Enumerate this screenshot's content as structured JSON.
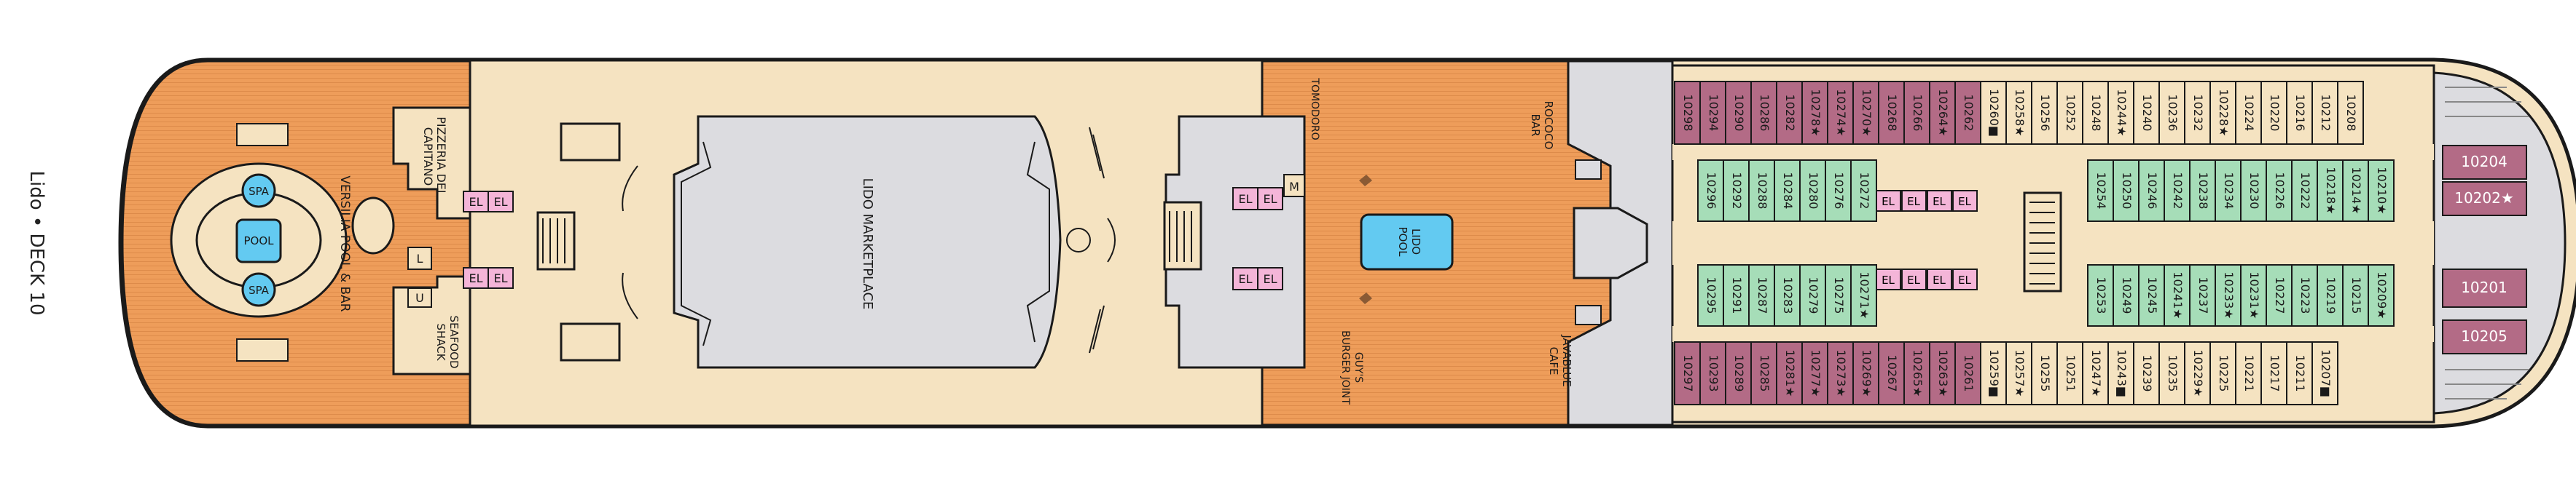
{
  "deck": {
    "label": "Lido • DECK 10"
  },
  "colors": {
    "wood": "#EE9D5A",
    "deck_tan": "#F5E3C1",
    "interior_grey": "#DCDCE0",
    "cabin_green": "#A6DDB8",
    "cabin_purple": "#B36B86",
    "elevator_pink": "#F4B5D8",
    "pool_blue": "#63CAF1",
    "outline": "#1a1a1a"
  },
  "venues": {
    "versilia": "VERSILIA POOL & BAR",
    "pizzeria_1": "PIZZERIA DEL",
    "pizzeria_2": "CAPITANO",
    "seafood_1": "SEAFOOD",
    "seafood_2": "SHACK",
    "lido_marketplace": "LIDO MARKETPLACE",
    "tomodoro": "TOMODORO",
    "guys_1": "GUY'S",
    "guys_2": "BURGER JOINT",
    "lido_pool_1": "LIDO",
    "lido_pool_2": "POOL",
    "rococo_1": "ROCOCO",
    "rococo_2": "BAR",
    "javablue_1": "JAVABLUE",
    "javablue_2": "CAFE",
    "spa_top": "SPA",
    "spa_bottom": "SPA",
    "pool": "POOL",
    "el": "EL",
    "m": "M",
    "l": "L",
    "u": "U"
  },
  "cabins": {
    "row1_purple": [
      "10298",
      "10294",
      "10290",
      "10286",
      "10282",
      "10278★",
      "10274★",
      "10270★",
      "10268",
      "10266",
      "10264★",
      "10262"
    ],
    "row1_green": [
      "10260■",
      "10258★",
      "10256",
      "10252",
      "10248",
      "10244★",
      "10240",
      "10236",
      "10232",
      "10228★",
      "10224",
      "10220",
      "10216",
      "10212",
      "10208"
    ],
    "row2_left": [
      "10296",
      "10292",
      "10288",
      "10284",
      "10280",
      "10276",
      "10272"
    ],
    "row2_right": [
      "10254",
      "10250",
      "10246",
      "10242",
      "10238",
      "10234",
      "10230",
      "10226",
      "10222",
      "10218★",
      "10214★",
      "10210★"
    ],
    "row3_left": [
      "10295",
      "10291",
      "10287",
      "10283",
      "10279",
      "10275",
      "10271★"
    ],
    "row3_right": [
      "10253",
      "10249",
      "10245",
      "10241★",
      "10237",
      "10233★",
      "10231★",
      "10227",
      "10223",
      "10219",
      "10215",
      "10209★"
    ],
    "row4_purple": [
      "10297",
      "10293",
      "10289",
      "10285",
      "10281★",
      "10277★",
      "10273★",
      "10269★",
      "10267",
      "10265★",
      "10263★",
      "10261"
    ],
    "row4_green": [
      "10259■",
      "10257★",
      "10255",
      "10251",
      "10247★",
      "10243■",
      "10239",
      "10235",
      "10229★",
      "10225",
      "10221",
      "10217",
      "10211",
      "10207■"
    ],
    "aft": [
      "10204",
      "10202★",
      "10201",
      "10205"
    ]
  }
}
